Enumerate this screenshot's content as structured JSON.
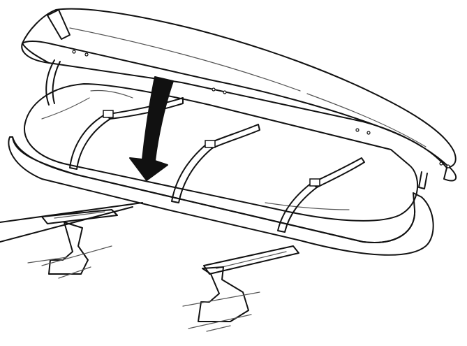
{
  "figure": {
    "description_free": true,
    "colors": {
      "background": "#ffffff",
      "outline": "#111111",
      "cargo_bag_fill": "#e4e4e4",
      "strap_fill": "#c9c9c9",
      "shell_fill": "#ffffff",
      "arrow_fill": "#111111"
    },
    "icons": [
      "down-arrow-icon"
    ],
    "parts": [
      "roof-box-lid",
      "roof-box-base",
      "cargo-bag",
      "straps",
      "roof-rack-bars",
      "rack-feet",
      "callout-leader-lines",
      "lid-stay-struts"
    ]
  }
}
